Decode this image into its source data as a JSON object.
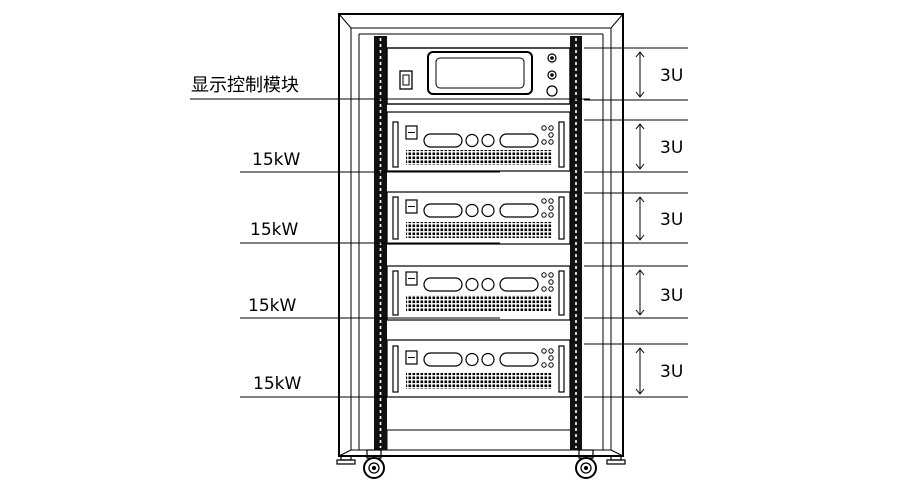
{
  "control_module_label": "显示控制模块",
  "modules": [
    {
      "power_label": "15kW"
    },
    {
      "power_label": "15kW"
    },
    {
      "power_label": "15kW"
    },
    {
      "power_label": "15kW"
    }
  ],
  "height_labels": [
    "3U",
    "3U",
    "3U",
    "3U",
    "3U"
  ]
}
